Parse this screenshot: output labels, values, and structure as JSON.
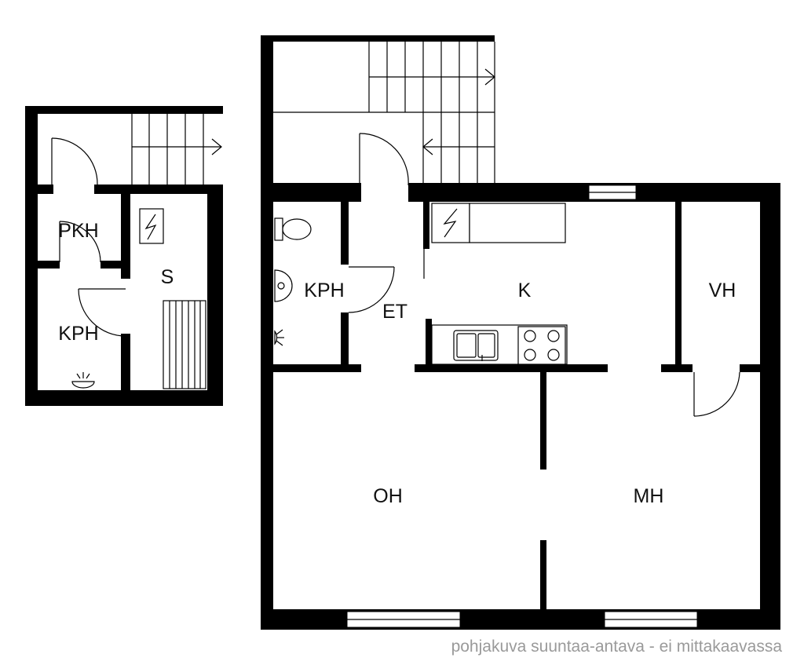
{
  "rooms": {
    "pkh": "PKH",
    "s": "S",
    "kph_left": "KPH",
    "kph_main": "KPH",
    "et": "ET",
    "k": "K",
    "vh": "VH",
    "oh": "OH",
    "mh": "MH"
  },
  "disclaimer": "pohjakuva suuntaa-antava - ei mittakaavassa"
}
